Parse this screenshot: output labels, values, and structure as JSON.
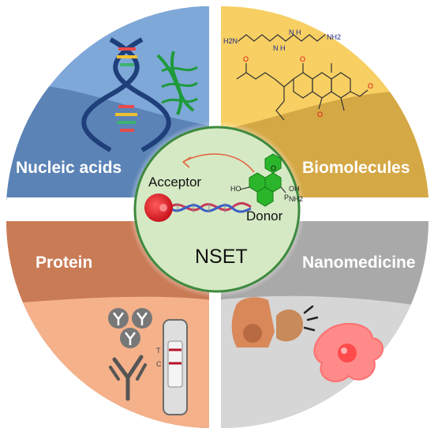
{
  "center": {
    "title": "NSET",
    "acceptor_label": "Acceptor",
    "donor_label": "Donor"
  },
  "quadrants": {
    "top_left": "Nucleic acids",
    "top_right": "Biomolecules",
    "bottom_left": "Protein",
    "bottom_right": "Nanomedicine"
  },
  "chem_labels": {
    "amine_left": "H2N",
    "amine_right": "NH2",
    "nh": "N H",
    "donor_ho": "HO",
    "donor_oh": "OH",
    "donor_nh2": "NH2",
    "donor_p": "P",
    "donor_o": "O"
  },
  "strip_labels": {
    "t": "T",
    "c": "C"
  },
  "colors": {
    "nucleic_light": "#7ea8d8",
    "nucleic_dark": "#5b83b6",
    "bio_light": "#f7cf63",
    "bio_dark": "#d4a845",
    "protein_dark": "#c97b56",
    "protein_light": "#f4b18a",
    "nano_dark": "#a9a9a9",
    "nano_light": "#d6d6d6",
    "center_fill": "#d5e9c4",
    "center_ring": "#3f8a3f",
    "acceptor": "#e8252c",
    "arrow": "#e5623f"
  }
}
